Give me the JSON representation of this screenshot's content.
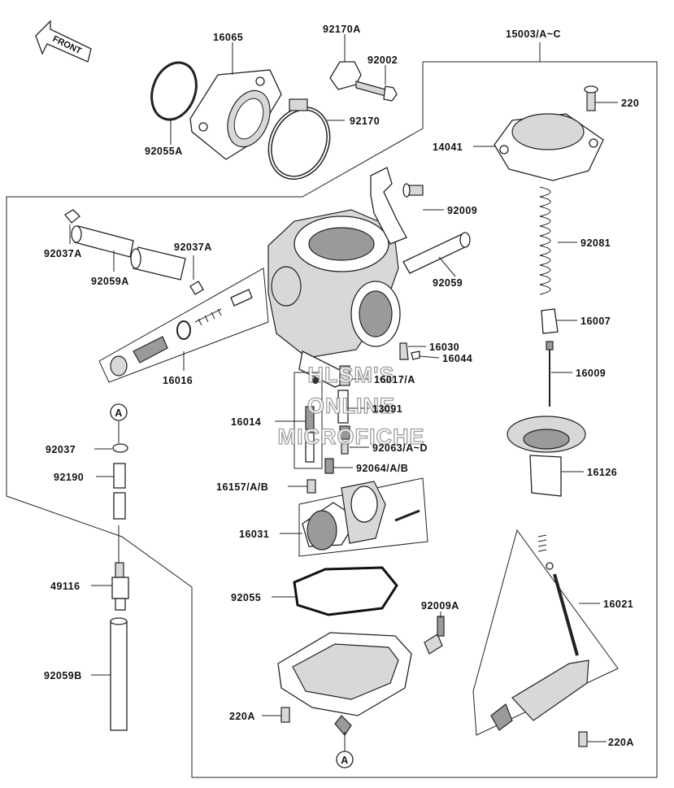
{
  "front_arrow": {
    "label": "FRONT"
  },
  "watermark": {
    "lines": [
      "HLSM'S",
      "ONLINE",
      "MICROFICHE"
    ]
  },
  "callouts": {
    "ref_marker": "A",
    "p16065": "16065",
    "p92170A": "92170A",
    "p15003": "15003/A~C",
    "p92002": "92002",
    "p220": "220",
    "p92170": "92170",
    "p92055A": "92055A",
    "p14041": "14041",
    "p92009": "92009",
    "p92081": "92081",
    "p92037A_left": "92037A",
    "p92037A_right": "92037A",
    "p92059A": "92059A",
    "p92059": "92059",
    "p16007": "16007",
    "p16030": "16030",
    "p16044": "16044",
    "p16016": "16016",
    "p16017": "16017/A",
    "p16009": "16009",
    "p13091": "13091",
    "p16014": "16014",
    "p92063": "92063/A~D",
    "p92037": "92037",
    "p16126": "16126",
    "p92190": "92190",
    "p92064": "92064/A/B",
    "p16157": "16157/A/B",
    "p16031": "16031",
    "p49116": "49116",
    "p92055": "92055",
    "p92009A": "92009A",
    "p16021": "16021",
    "p92059B": "92059B",
    "p220A_left": "220A",
    "p220A_right": "220A"
  }
}
